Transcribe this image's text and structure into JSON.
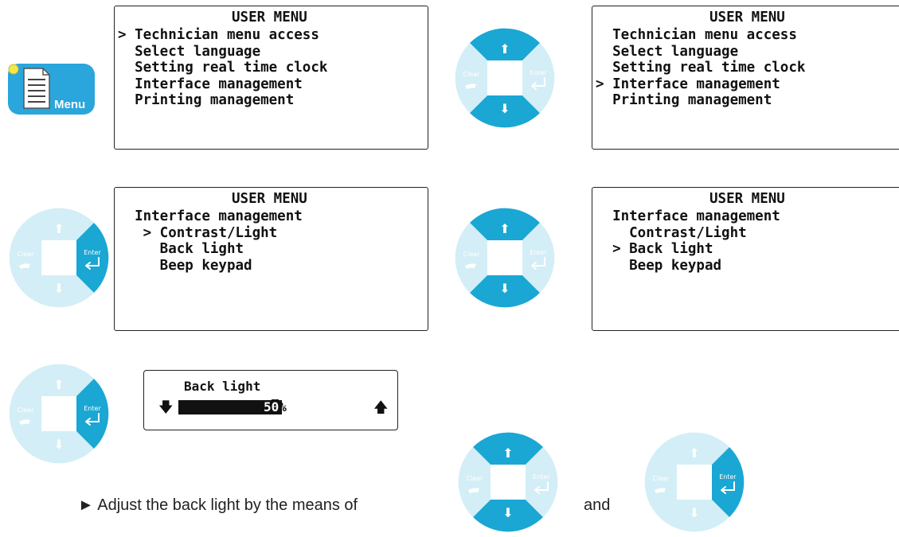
{
  "menu_button": {
    "label": "Menu"
  },
  "screen1": {
    "title": "USER MENU",
    "lines": [
      "> Technician menu access",
      "  Select language",
      "  Setting real time clock",
      "  Interface management",
      "  Printing management"
    ]
  },
  "screen2": {
    "title": "USER MENU",
    "lines": [
      "  Technician menu access",
      "  Select language",
      "  Setting real time clock",
      "> Interface management",
      "  Printing management"
    ]
  },
  "screen3": {
    "title": "USER MENU",
    "lines": [
      "  Interface management",
      "   > Contrast/Light",
      "     Back light",
      "     Beep keypad"
    ]
  },
  "screen4": {
    "title": "USER MENU",
    "lines": [
      "  Interface management",
      "    Contrast/Light",
      "  > Back light",
      "    Beep keypad"
    ]
  },
  "backlight_screen": {
    "title": "Back light",
    "down_arrow": "🡇",
    "up_arrow": "🡅",
    "value_digit1": "5",
    "value_digit2": "0",
    "value_percent": "%",
    "level_percent": 50
  },
  "keypad": {
    "up": "⬆",
    "down": "⬇",
    "clear": "Clear",
    "enter": "Enter",
    "active_color": "#1aa7d4",
    "inactive_color": "#d3eef6"
  },
  "caption": {
    "text": "► Adjust the back light by the means of",
    "and": "and"
  },
  "colors": {
    "menu_button": "#2aa6dc",
    "led": "#f4e94b"
  }
}
